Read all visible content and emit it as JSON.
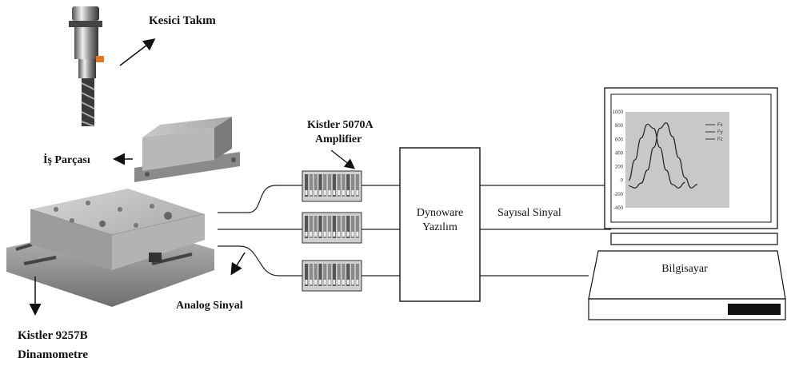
{
  "labels": {
    "cutting_tool": "Kesici Takım",
    "workpiece": "İş Parçası",
    "amplifier_line1": "Kistler 5070A",
    "amplifier_line2": "Amplifier",
    "software_line1": "Dynoware",
    "software_line2": "Yazılım",
    "digital_signal": "Sayısal Sinyal",
    "computer": "Bilgisayar",
    "analog_signal": "Analog Sinyal",
    "dynamometer_line1": "Kistler 9257B",
    "dynamometer_line2": "Dinamometre"
  },
  "chart_data": {
    "type": "line",
    "title": "",
    "xlabel": "",
    "ylabel": "",
    "ylim": [
      -400,
      1000
    ],
    "yticks": [
      "1000",
      "800",
      "600",
      "400",
      "200",
      "0",
      "-200",
      "-400"
    ],
    "x": [
      0,
      1,
      2,
      3,
      4,
      5,
      6,
      7,
      8,
      9,
      10,
      11,
      12
    ],
    "series": [
      {
        "name": "Fx",
        "values": [
          0,
          300,
          620,
          820,
          760,
          480,
          150,
          -60,
          -110,
          -30,
          null,
          null,
          null
        ]
      },
      {
        "name": "Fy",
        "values": [
          -80,
          -110,
          -40,
          150,
          480,
          760,
          840,
          640,
          330,
          40,
          -110,
          -60,
          null
        ]
      },
      {
        "name": "Fz",
        "values": []
      }
    ],
    "legend": "right",
    "grid": false,
    "colors": {
      "plot_bg": "#c8c8c8",
      "lines": "#222222"
    }
  }
}
